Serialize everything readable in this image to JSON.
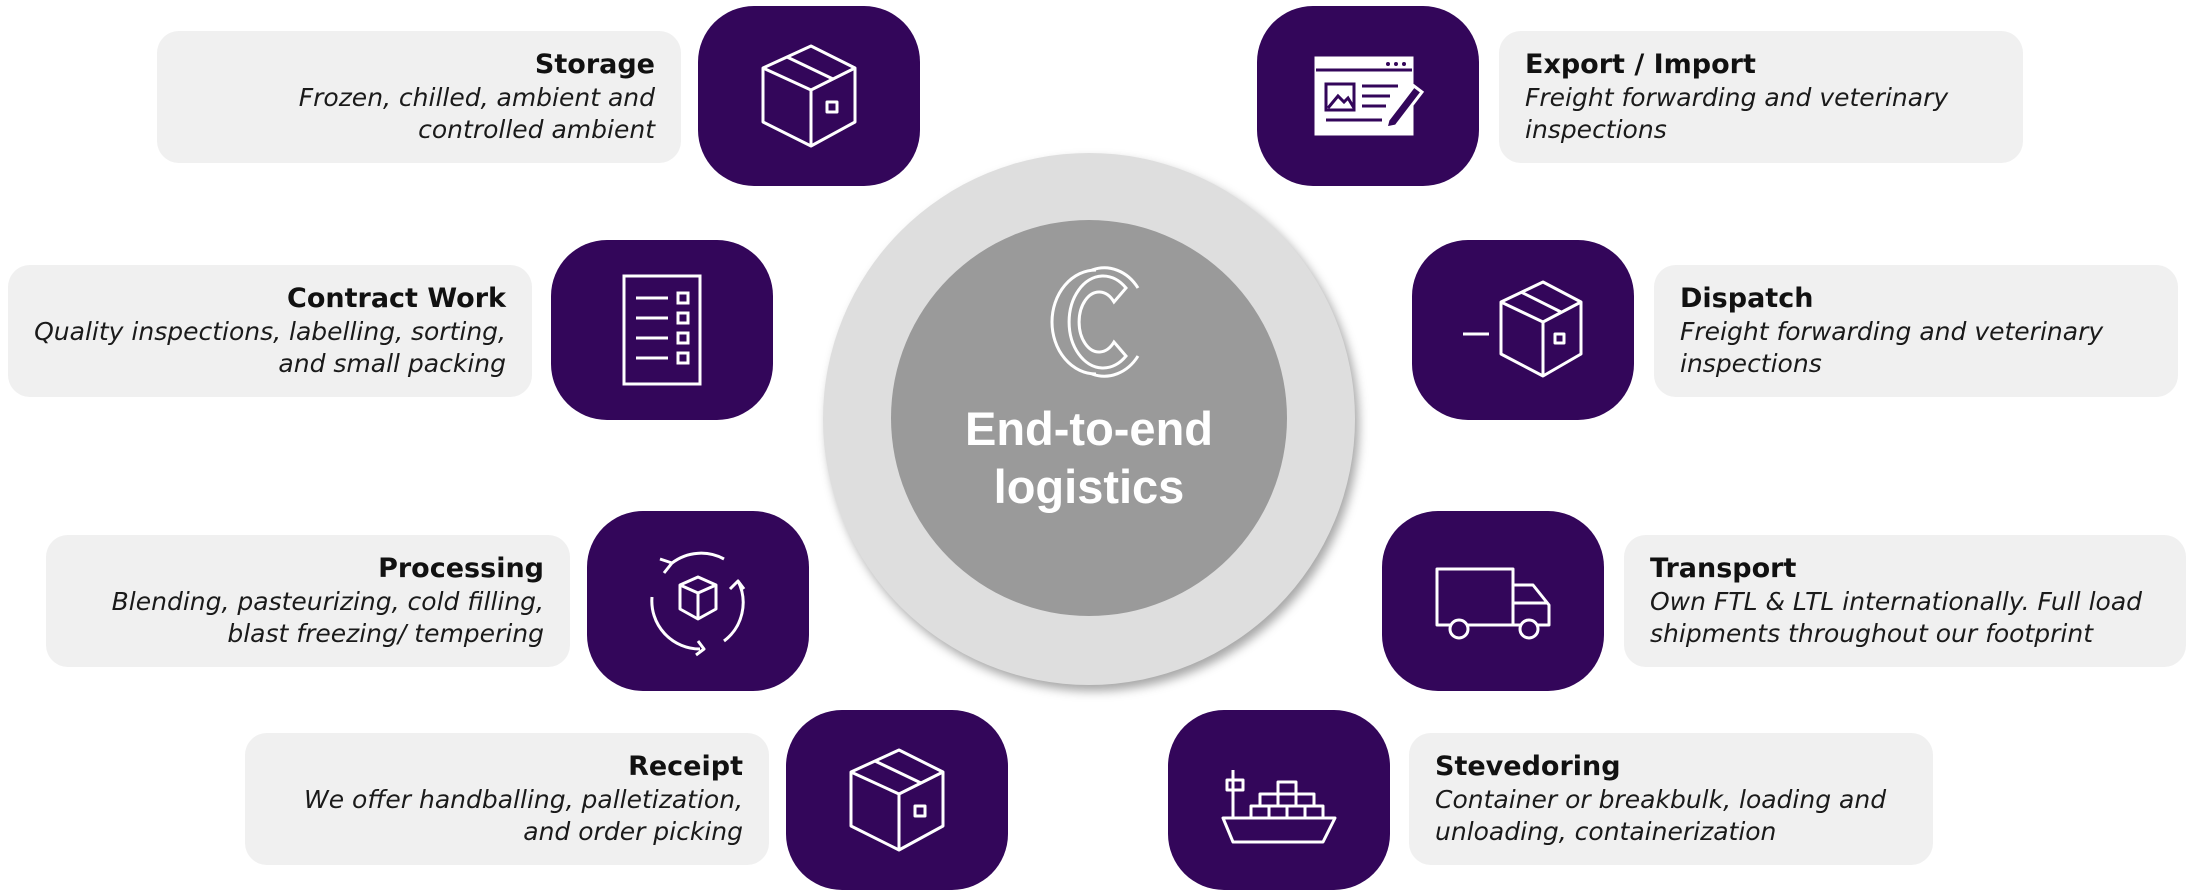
{
  "center": {
    "label_line1": "End-to-end",
    "label_line2": "logistics",
    "logo_icon": "c-logo-icon"
  },
  "colors": {
    "tile": "#33065a",
    "card": "#f0f0f0",
    "outer_circle": "#dedede",
    "inner_circle": "#9a9a9a"
  },
  "services": {
    "storage": {
      "title": "Storage",
      "desc": "Frozen, chilled, ambient and controlled ambient",
      "icon": "box-icon"
    },
    "contract_work": {
      "title": "Contract Work",
      "desc": "Quality inspections, labelling, sorting, and small packing",
      "icon": "checklist-icon"
    },
    "processing": {
      "title": "Processing",
      "desc": "Blending, pasteurizing, cold filling, blast freezing/ tempering",
      "icon": "box-cycle-icon"
    },
    "receipt": {
      "title": "Receipt",
      "desc": "We offer handballing, palletization, and order picking",
      "icon": "box-icon"
    },
    "export_import": {
      "title": "Export / Import",
      "desc": "Freight forwarding and veterinary inspections",
      "icon": "document-edit-icon"
    },
    "dispatch": {
      "title": "Dispatch",
      "desc": "Freight forwarding and veterinary inspections",
      "icon": "box-dispatch-icon"
    },
    "transport": {
      "title": "Transport",
      "desc": "Own FTL & LTL internationally. Full load shipments throughout our footprint",
      "icon": "truck-icon"
    },
    "stevedoring": {
      "title": "Stevedoring",
      "desc": "Container or breakbulk, loading and unloading, containerization",
      "icon": "cargo-ship-icon"
    }
  }
}
